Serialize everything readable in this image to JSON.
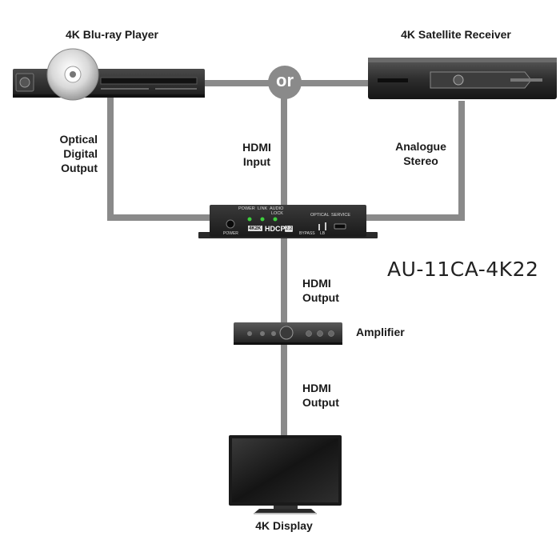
{
  "devices": {
    "bluray": {
      "label": "4K Blu-ray Player"
    },
    "satellite": {
      "label": "4K Satellite Receiver"
    },
    "converter": {
      "model": "AU-11CA-4K22",
      "panel": {
        "power": "POWER",
        "link": "LINK",
        "audio": "AUDIO",
        "lock": "LOCK",
        "optical": "OPTICAL",
        "service": "SERVICE",
        "power_jack": "POWER",
        "fourk": "4K2K",
        "hdcp": "HDCP",
        "hdcp_ver": "2.2",
        "bypass": "BYPASS",
        "lb": "LB"
      }
    },
    "amplifier": {
      "label": "Amplifier"
    },
    "display": {
      "label": "4K Display"
    }
  },
  "connections": {
    "or": "or",
    "optical": {
      "line1": "Optical",
      "line2": "Digital",
      "line3": "Output"
    },
    "hdmi_input": {
      "line1": "HDMI",
      "line2": "Input"
    },
    "analogue": {
      "line1": "Analogue",
      "line2": "Stereo"
    },
    "hdmi_output_1": {
      "line1": "HDMI",
      "line2": "Output"
    },
    "hdmi_output_2": {
      "line1": "HDMI",
      "line2": "Output"
    }
  },
  "colors": {
    "line": "#888888",
    "device": "#2b2b2b",
    "led": "#3ecf3e"
  }
}
